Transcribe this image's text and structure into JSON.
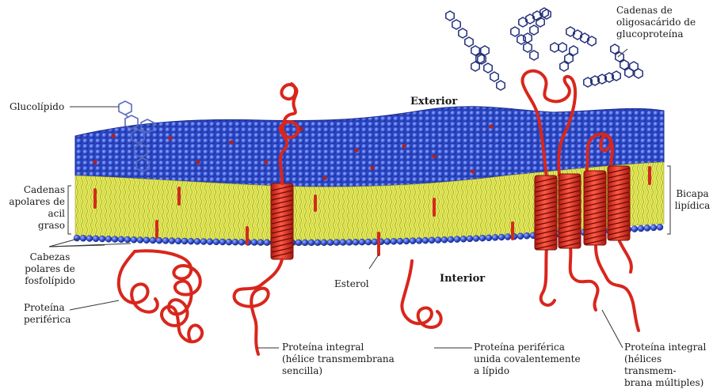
{
  "labels": {
    "glucolipido": "Glucolípido",
    "exterior": "Exterior",
    "interior": "Interior",
    "cadenas_oligo": [
      "Cadenas de",
      "oligosacárido de",
      "glucoproteína"
    ],
    "cadenas_acil": [
      "Cadenas",
      "apolares de acil",
      "graso"
    ],
    "bicapa": [
      "Bicapa",
      "lipídica"
    ],
    "cabezas": [
      "Cabezas",
      "polares de",
      "fosfolípido"
    ],
    "esterol": "Esterol",
    "proteina_periferica": [
      "Proteína",
      "periférica"
    ],
    "proteina_integral_sencilla": [
      "Proteína integral",
      "(hélice transmembrana",
      "sencilla)"
    ],
    "proteina_periferica_lipido": [
      "Proteína periférica",
      "unida covalentemente",
      "a lípido"
    ],
    "proteina_integral_multiples": [
      "Proteína integral",
      "(hélices transmem-",
      "brana múltiples)"
    ]
  },
  "colors": {
    "head_blue": "#2f4fd8",
    "tail_yellow": "#e8ec6a",
    "protein_red": "#d9261c",
    "sugar_navy": "#23307a",
    "glycolipid_sugar": "#8090d0"
  }
}
